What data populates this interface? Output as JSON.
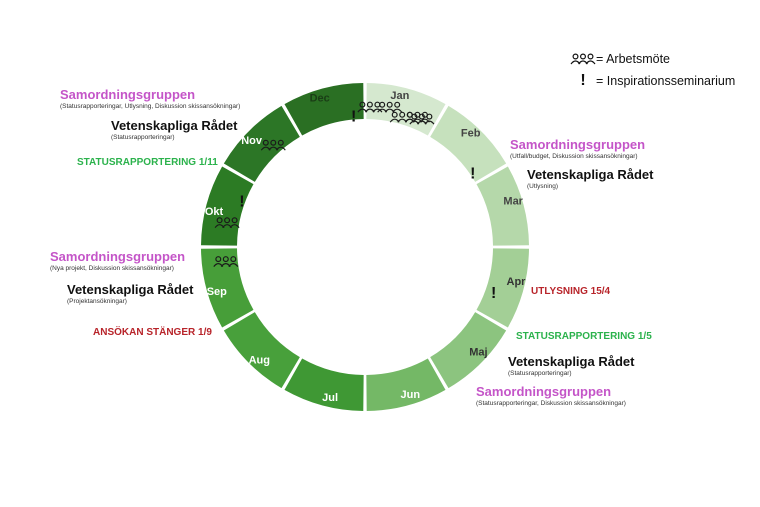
{
  "colors": {
    "Jan": "#d5e8cf",
    "Feb": "#c6e1bd",
    "Mar": "#b5d8aa",
    "Apr": "#a3cf96",
    "Maj": "#8cc47f",
    "Jun": "#74b866",
    "Jul": "#3f9834",
    "Aug": "#48a03b",
    "Sep": "#479e39",
    "Okt": "#2c7b24",
    "Nov": "#2c7626",
    "Dec": "#2a6f23",
    "pink": "#c455c8",
    "green": "#2bb24c",
    "red": "#b8242a"
  },
  "months": [
    {
      "label": "Jan",
      "text_color": "#444444"
    },
    {
      "label": "Feb",
      "text_color": "#444444"
    },
    {
      "label": "Mar",
      "text_color": "#444444"
    },
    {
      "label": "Apr",
      "text_color": "#333333"
    },
    {
      "label": "Maj",
      "text_color": "#333333"
    },
    {
      "label": "Jun",
      "text_color": "#ffffff"
    },
    {
      "label": "Jul",
      "text_color": "#ffffff"
    },
    {
      "label": "Aug",
      "text_color": "#ffffff"
    },
    {
      "label": "Sep",
      "text_color": "#ffffff"
    },
    {
      "label": "Okt",
      "text_color": "#ffffff"
    },
    {
      "label": "Nov",
      "text_color": "#ffffff"
    },
    {
      "label": "Dec",
      "text_color": "#1a3d16"
    }
  ],
  "legend": {
    "meeting_label": "= Arbetsmöte",
    "seminar_label": "= Inspirationsseminarium",
    "meeting_icon": "people-group-icon",
    "seminar_icon": "exclamation-icon"
  },
  "markers": {
    "meetings": [
      "Jan",
      "Feb",
      "Mar",
      "Apr",
      "Maj",
      "Sep",
      "Okt",
      "Nov"
    ],
    "seminars": [
      "Feb",
      "Apr",
      "Okt",
      "Dec"
    ]
  },
  "annotations": {
    "nov_samordning": {
      "title": "Samordningsgruppen",
      "sub": "(Statusrapporteringar, Utlysning, Diskussion skissansökningar)"
    },
    "nov_vetenskap": {
      "title": "Vetenskapliga Rådet",
      "sub": "(Statusrapporteringar)"
    },
    "status_nov": "STATUSRAPPORTERING 1/11",
    "sep_samordning": {
      "title": "Samordningsgruppen",
      "sub": "(Nya projekt, Diskussion skissansökningar)"
    },
    "sep_vetenskap": {
      "title": "Vetenskapliga Rådet",
      "sub": "(Projektansökningar)"
    },
    "ansokan": "ANSÖKAN STÄNGER 1/9",
    "feb_samordning": {
      "title": "Samordningsgruppen",
      "sub": "(Utfall/budget, Diskussion skissansökningar)"
    },
    "feb_vetenskap": {
      "title": "Vetenskapliga Rådet",
      "sub": "(Utlysning)"
    },
    "utlysning": "UTLYSNING 15/4",
    "status_maj": "STATUSRAPPORTERING 1/5",
    "maj_vetenskap": {
      "title": "Vetenskapliga Rådet",
      "sub": "(Statusrapporteringar)"
    },
    "maj_samordning": {
      "title": "Samordningsgruppen",
      "sub": "(Statusrapporteringar, Diskussion skissansökningar)"
    }
  }
}
